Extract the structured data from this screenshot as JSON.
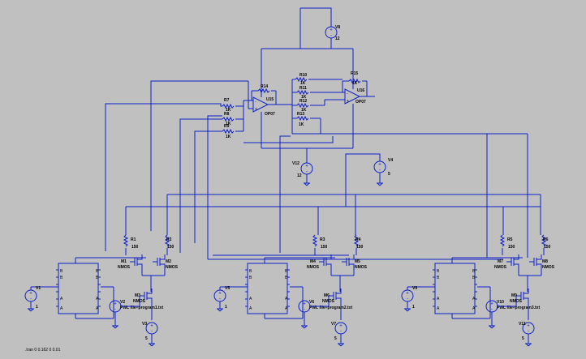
{
  "colors": {
    "background": "#c0c0c0",
    "wire": "#0b1fc8",
    "text": "#000000"
  },
  "directive": ".tran 0 0.162 0 0.01",
  "sources": {
    "V8": {
      "name": "V8",
      "value": "12"
    },
    "V12": {
      "name": "V12",
      "value": "12"
    },
    "V4": {
      "name": "V4",
      "value": "5"
    },
    "V1": {
      "name": "V1",
      "value": "1"
    },
    "V2": {
      "name": "V2",
      "value": "PWL file=program1.txt"
    },
    "V3": {
      "name": "V3",
      "value": "5"
    },
    "V5": {
      "name": "V5",
      "value": "1"
    },
    "V6": {
      "name": "V6",
      "value": "PWL file=program2.txt"
    },
    "V7": {
      "name": "V7",
      "value": "5"
    },
    "V9": {
      "name": "V9",
      "value": "1"
    },
    "V10": {
      "name": "V10",
      "value": "PWL file=program3.txt"
    },
    "V11": {
      "name": "V11",
      "value": "5"
    }
  },
  "opamps": {
    "U15": {
      "name": "U15",
      "model": "OP07"
    },
    "U16": {
      "name": "U16",
      "model": "OP07"
    }
  },
  "resistors": {
    "R7": {
      "name": "R7",
      "value": "1K"
    },
    "R8": {
      "name": "R8",
      "value": "1K"
    },
    "R9": {
      "name": "R9",
      "value": "1K"
    },
    "R10": {
      "name": "R10",
      "value": "1K"
    },
    "R11": {
      "name": "R11",
      "value": "1K"
    },
    "R12": {
      "name": "R12",
      "value": "1K"
    },
    "R13": {
      "name": "R13",
      "value": "1K"
    },
    "R14": {
      "name": "R14",
      "value": "1K"
    },
    "R15": {
      "name": "R15",
      "value": "1K"
    },
    "R1": {
      "name": "R1",
      "value": "150"
    },
    "R2": {
      "name": "R2",
      "value": "150"
    },
    "R3": {
      "name": "R3",
      "value": "150"
    },
    "R4": {
      "name": "R4",
      "value": "150"
    },
    "R5": {
      "name": "R5",
      "value": "150"
    },
    "R6": {
      "name": "R6",
      "value": "150"
    }
  },
  "mosfets": {
    "M1": {
      "name": "M1",
      "model": "NMOS"
    },
    "M2": {
      "name": "M2",
      "model": "NMOS"
    },
    "M3": {
      "name": "M3",
      "model": "NMOS"
    },
    "M4": {
      "name": "M4",
      "model": "NMOS"
    },
    "M5": {
      "name": "M5",
      "model": "NMOS"
    },
    "M6": {
      "name": "M6",
      "model": "NMOS"
    },
    "M7": {
      "name": "M7",
      "model": "NMOS"
    },
    "M8": {
      "name": "M8",
      "model": "NMOS"
    },
    "M9": {
      "name": "M9",
      "model": "NMOS"
    }
  },
  "bridge_pins": {
    "top": "B",
    "bottom": "A"
  }
}
